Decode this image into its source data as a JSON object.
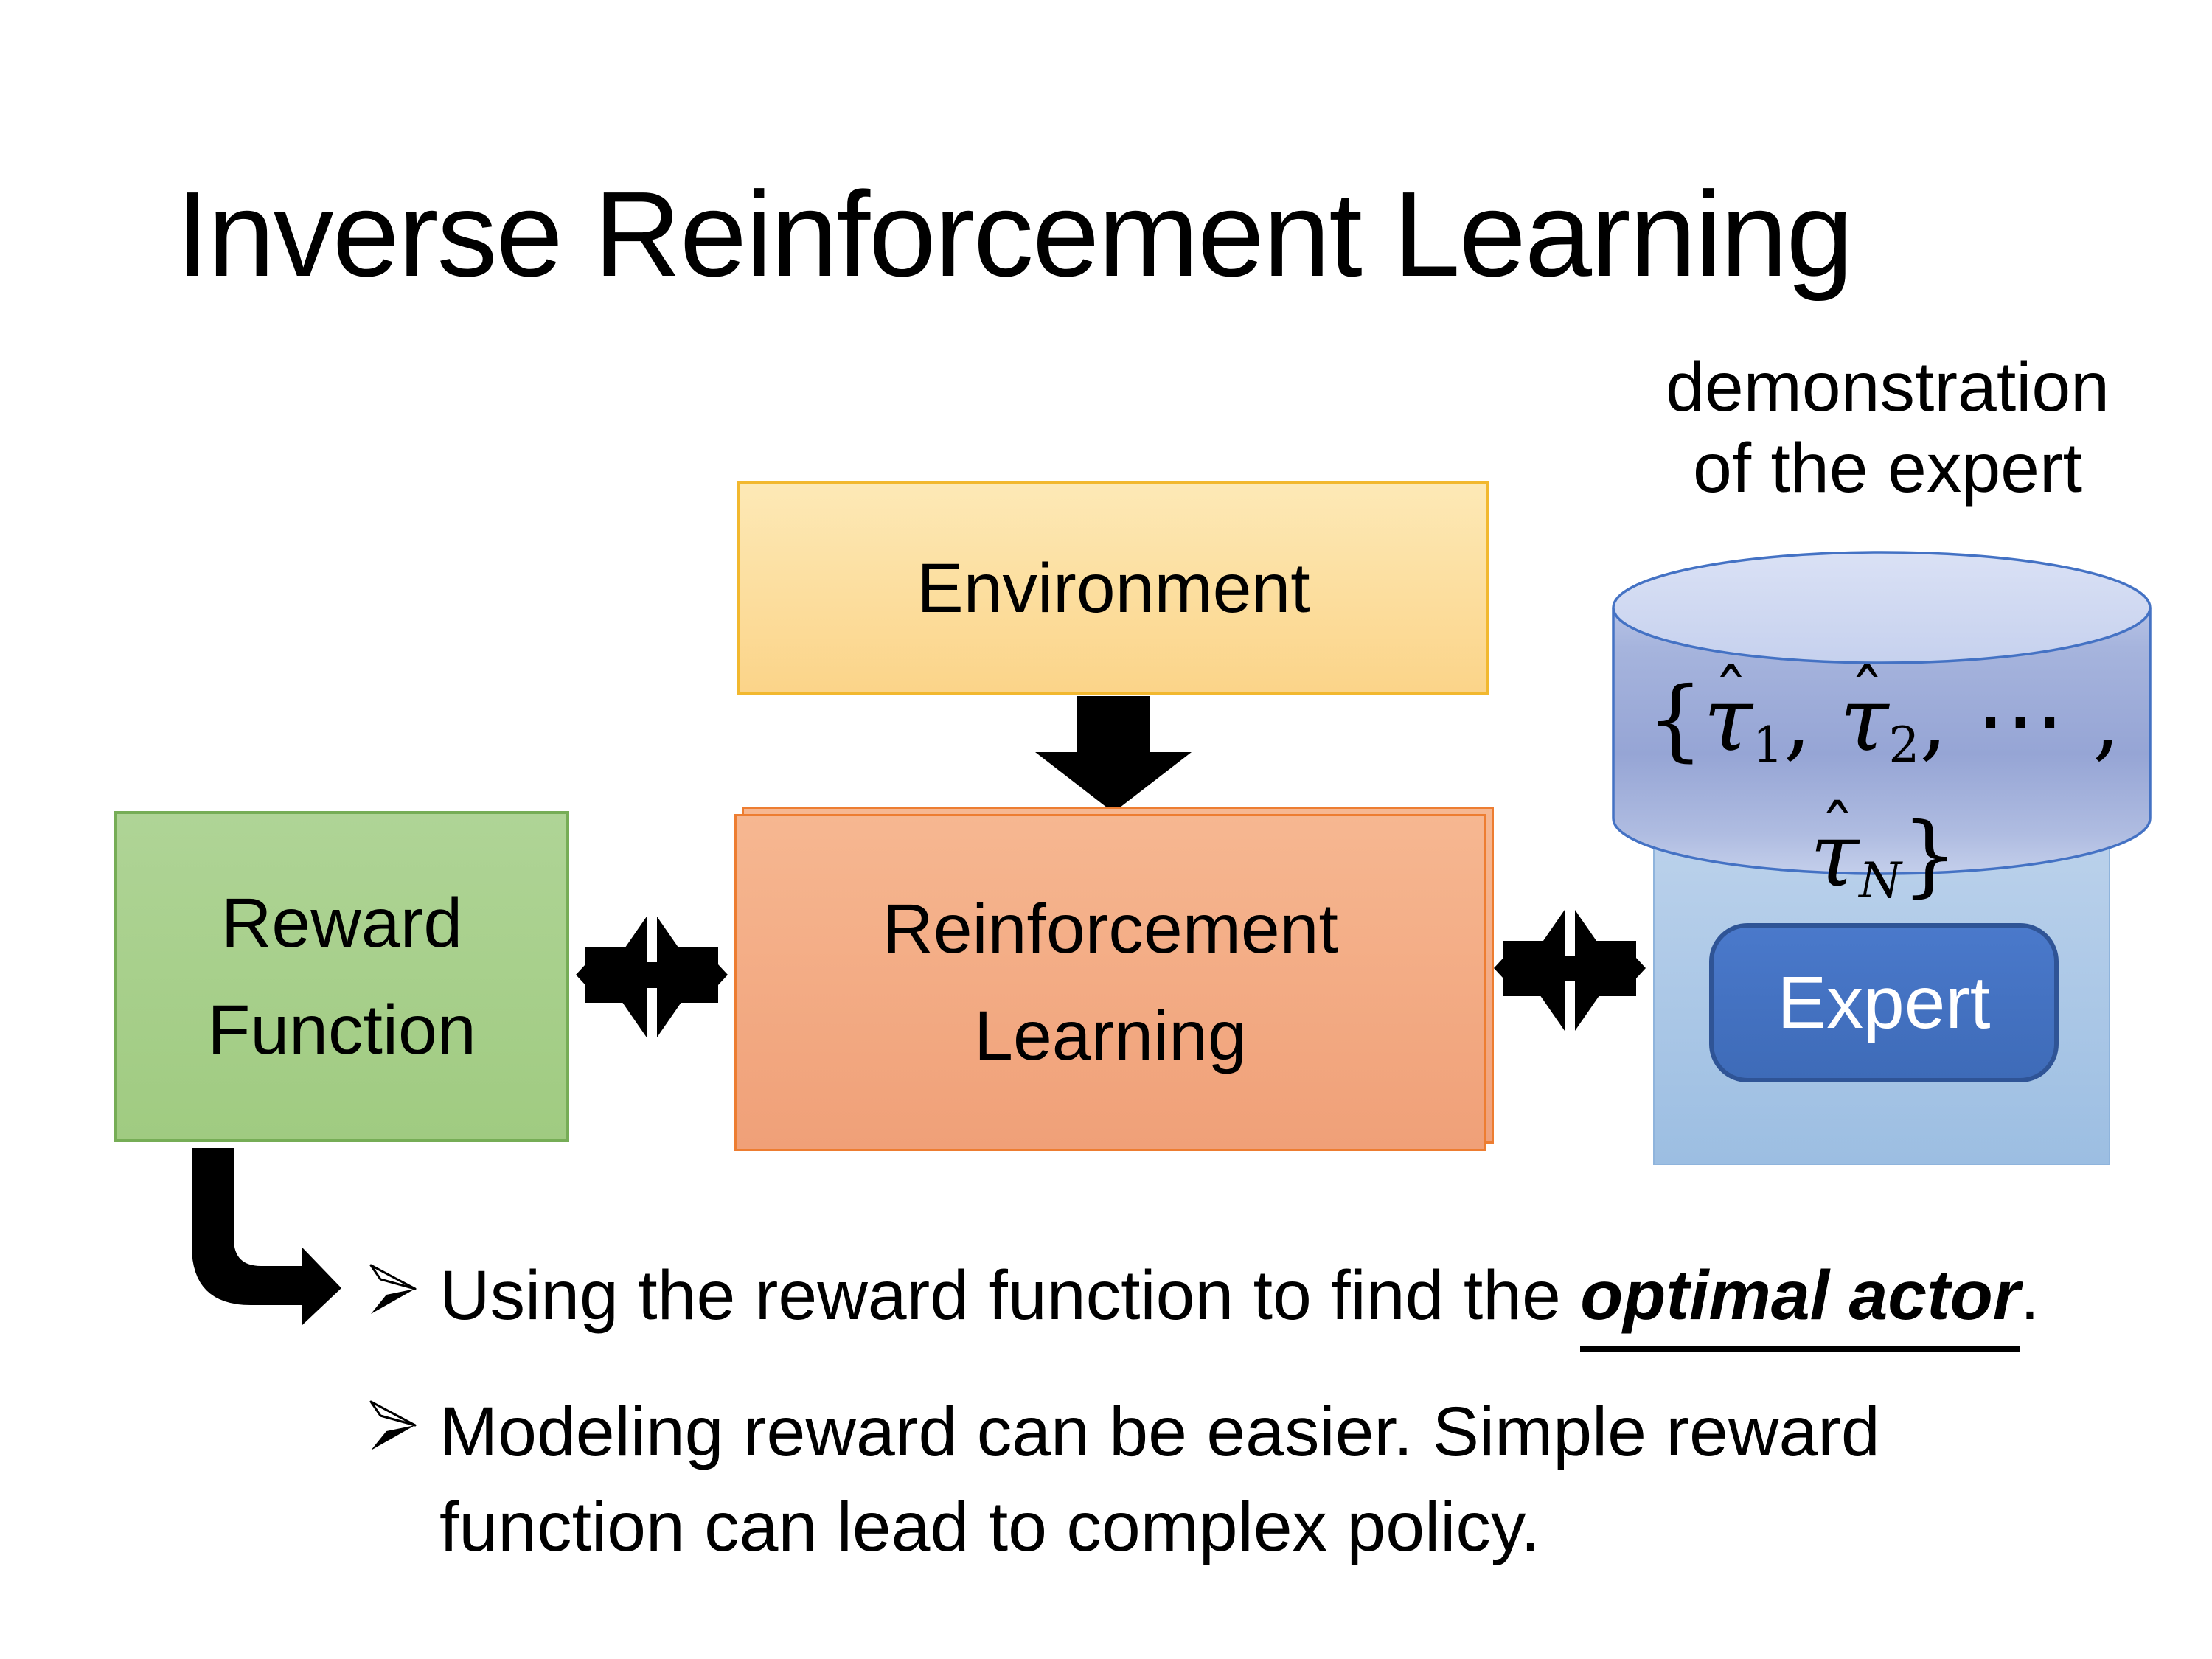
{
  "slide_title": "Inverse Reinforcement Learning",
  "annotation": {
    "line1": "demonstration",
    "line2": "of the expert"
  },
  "boxes": {
    "environment": "Environment",
    "reward_function": "Reward\nFunction",
    "reinforcement_learning": "Reinforcement\nLearning",
    "expert": "Expert"
  },
  "formula": {
    "tau_char": "τ",
    "hat_char": "ˆ",
    "parts": [
      {
        "text": "{"
      },
      {
        "tau": true,
        "sub": "1"
      },
      {
        "text": ", "
      },
      {
        "tau": true,
        "sub": "2"
      },
      {
        "text": ", ⋯ , "
      },
      {
        "tau": true,
        "sub": "N"
      },
      {
        "text": "}"
      }
    ]
  },
  "bullets": {
    "item1": {
      "lead": "Using the reward function to find the ",
      "emphasis": "optimal actor",
      "tail": "."
    },
    "item2": "Modeling reward can be easier. Simple reward function can lead to complex policy."
  },
  "colors": {
    "environment_fill_top": "#FDE9B6",
    "environment_fill_bottom": "#FBD489",
    "environment_border": "#F2B82F",
    "rl_fill_top": "#F6B791",
    "rl_fill_bottom": "#F0A078",
    "rl_border": "#ED7D31",
    "reward_fill_top": "#AFD496",
    "reward_fill_bottom": "#A0CB81",
    "reward_border": "#76AD56",
    "cylinder_outline": "#4472C4",
    "cylinder_lid": "#D5DDF2",
    "cylinder_body_mid": "#96A5D5",
    "expert_panel_fill": "#AFC9E7",
    "expert_button_fill": "#4472C4",
    "expert_button_border": "#2F5496",
    "expert_text": "#FFFFFF",
    "arrow_black": "#000000",
    "text_black": "#000000",
    "background": "#FFFFFF"
  }
}
